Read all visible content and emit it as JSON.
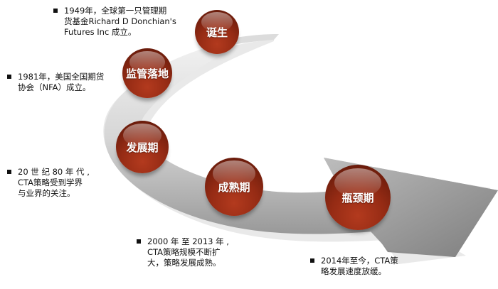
{
  "diagram": {
    "type": "curved-arrow-timeline",
    "colors": {
      "sphere": "#952b14",
      "sphere_dark": "#5a170a",
      "arrow_light": "#e6e6e6",
      "arrow_dark": "#8c8c8c",
      "text": "#111111",
      "label_text": "#ffffff"
    },
    "stages": [
      {
        "label": "诞生"
      },
      {
        "label": "监管落地"
      },
      {
        "label": "发展期"
      },
      {
        "label": "成熟期"
      },
      {
        "label": "瓶颈期"
      }
    ],
    "notes": [
      {
        "lines": [
          "1949年，全球第一只管理期",
          "货基金Richard D Donchian's",
          "Futures Inc 成立。"
        ]
      },
      {
        "lines": [
          "1981年，美国全国期货",
          "协会（NFA）成立。"
        ]
      },
      {
        "lines": [
          "20 世 纪 80 年 代 ,",
          "CTA策略受到学界",
          "与业界的关注。"
        ]
      },
      {
        "lines": [
          "2000 年 至 2013 年 ,",
          "CTA策略规模不断扩",
          "大，策略发展成熟。"
        ]
      },
      {
        "lines": [
          "2014年至今，CTA策",
          "略发展速度放缓。"
        ]
      }
    ]
  }
}
